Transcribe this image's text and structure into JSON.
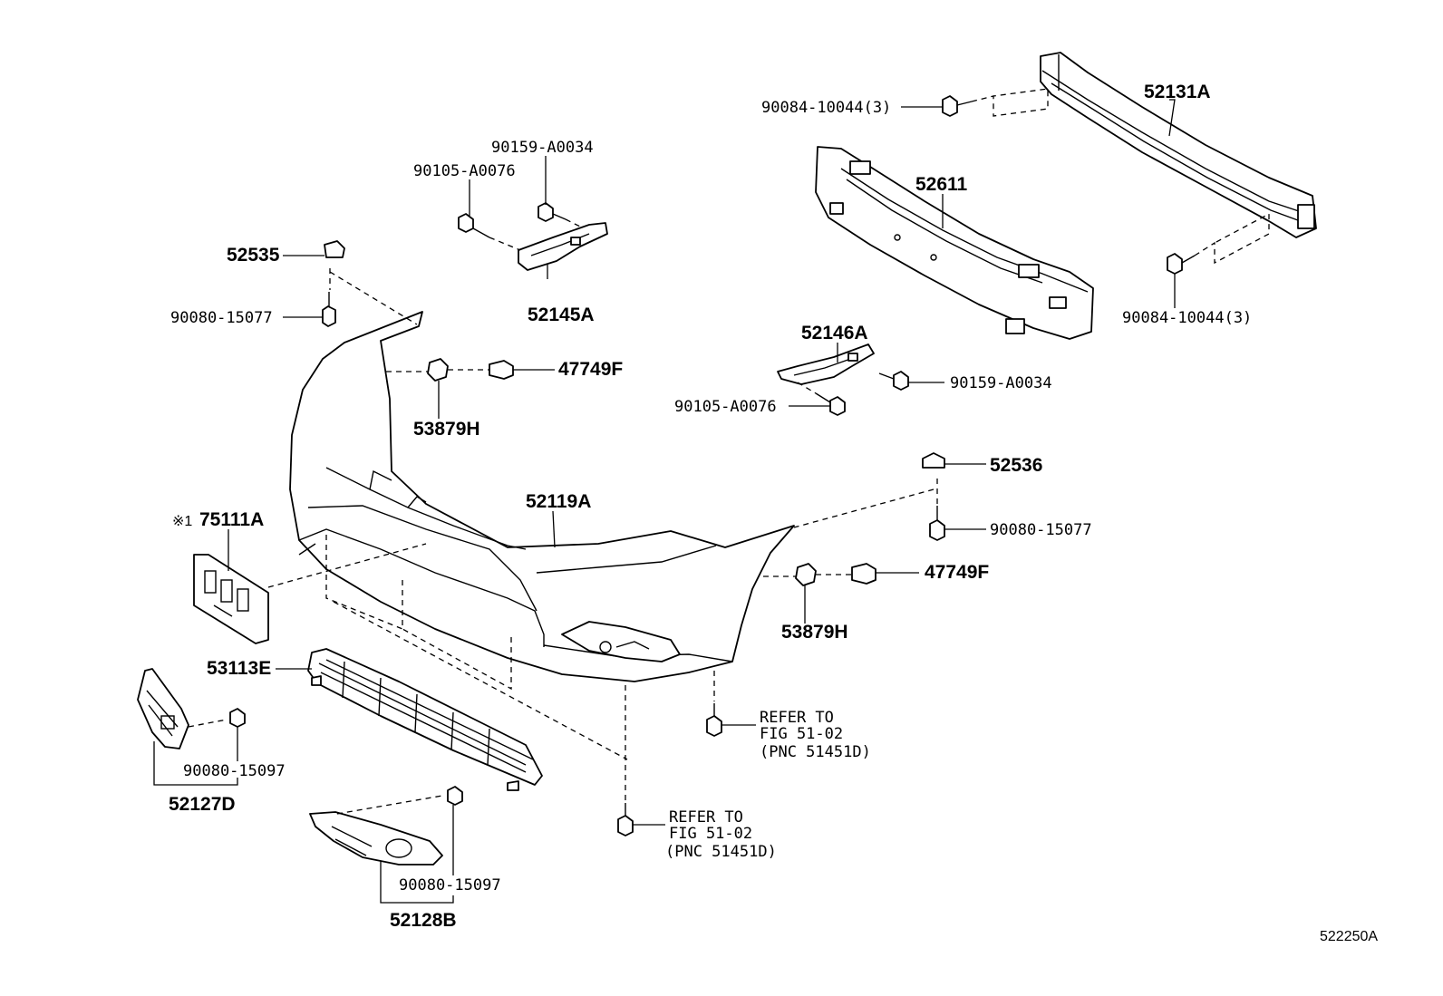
{
  "diagram_id": "522250A",
  "labels": {
    "p52131A": "52131A",
    "p90084_top": "90084-10044(3)",
    "p52611": "52611",
    "p90084_bottom": "90084-10044(3)",
    "p90159_top": "90159-A0034",
    "p90105_top": "90105-A0076",
    "p52145A": "52145A",
    "p52535": "52535",
    "p90080_15077_left": "90080-15077",
    "p47749F_left": "47749F",
    "p53879H_left": "53879H",
    "p52146A": "52146A",
    "p90159_right": "90159-A0034",
    "p90105_right": "90105-A0076",
    "p52536": "52536",
    "p90080_15077_right": "90080-15077",
    "p47749F_right": "47749F",
    "p53879H_right": "53879H",
    "p52119A": "52119A",
    "p75111A_mark": "※1",
    "p75111A": "75111A",
    "p53113E": "53113E",
    "p90080_15097_left": "90080-15097",
    "p52127D": "52127D",
    "p90080_15097_bottom": "90080-15097",
    "p52128B": "52128B",
    "refer1_line1": "REFER TO",
    "refer1_line2": "FIG 51-02",
    "refer1_line3": "(PNC 51451D)",
    "refer2_line1": "REFER TO",
    "refer2_line2": "FIG 51-02",
    "refer2_line3": "(PNC 51451D)"
  }
}
